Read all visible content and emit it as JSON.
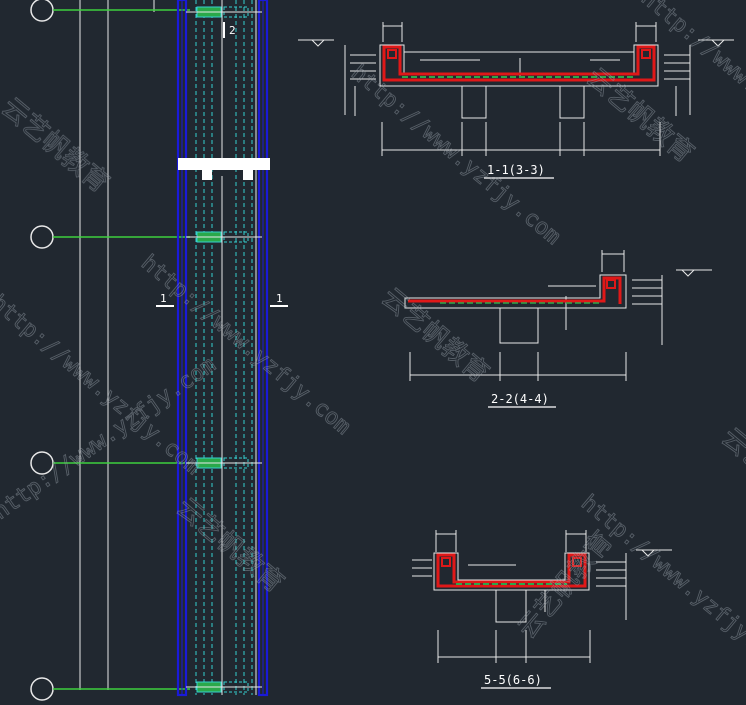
{
  "colors": {
    "background": "#212830",
    "line": "#e8e8e8",
    "grid_green": "#3ecf3e",
    "column_blue": "#1a1ad8",
    "hidden_cyan": "#35d0d0",
    "rebar_red": "#e01818",
    "hatch_green": "#2aa84a",
    "watermark": "#9aa3ad"
  },
  "plan": {
    "cut_label_left": "1",
    "cut_label_right": "1",
    "cut_label_top": "2"
  },
  "sections": [
    {
      "title": "1-1(3-3)"
    },
    {
      "title": "2-2(4-4)"
    },
    {
      "title": "5-5(6-6)"
    }
  ],
  "watermarks": [
    {
      "text": "http://www.yzfjy.com"
    },
    {
      "text": "云艺帆教育"
    }
  ]
}
